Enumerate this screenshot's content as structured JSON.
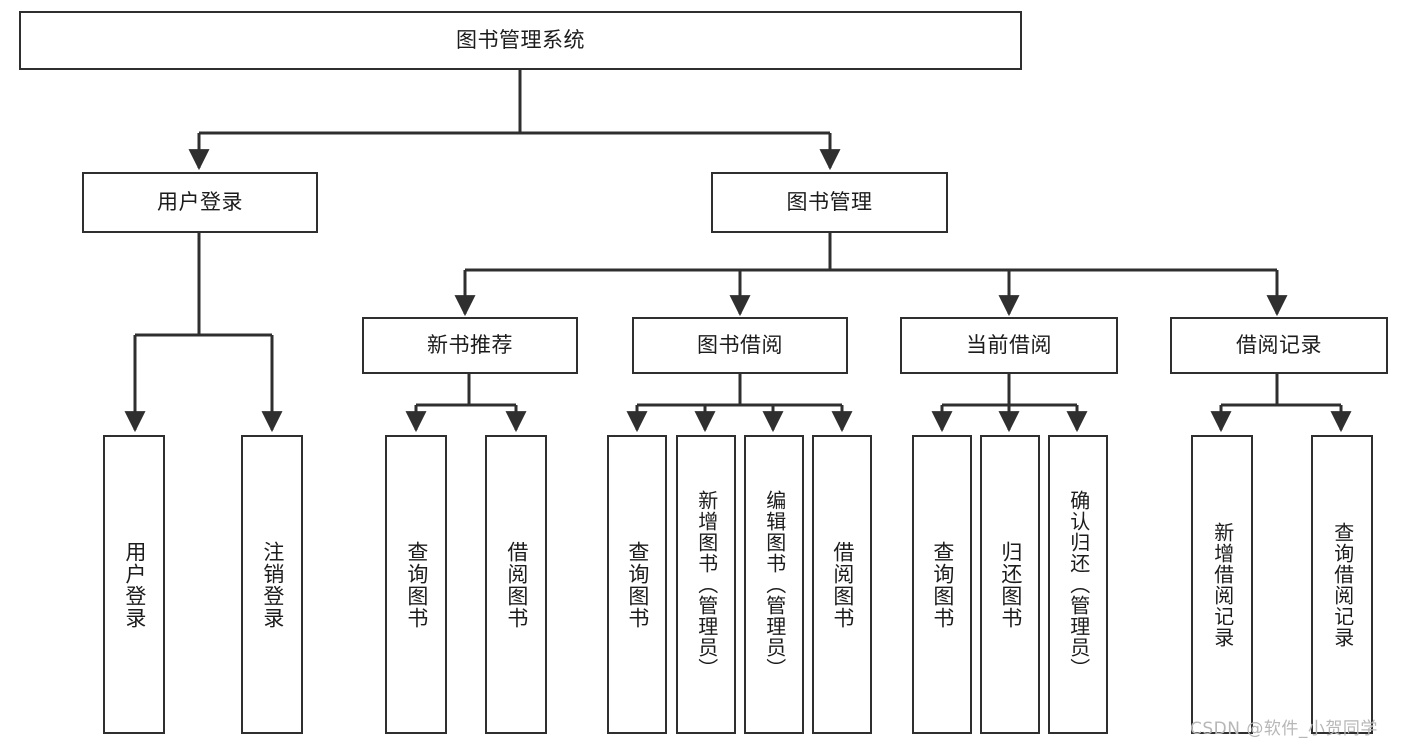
{
  "diagram": {
    "title": "图书管理系统",
    "type": "tree-hierarchy-chart",
    "watermark": "CSDN @软件_小贺同学",
    "colors": {
      "box_border": "#2f2f2f",
      "box_fill": "#ffffff",
      "edge": "#2f2f2f",
      "text": "#1c1c1c",
      "watermark": "#b7b7b7",
      "background": "#ffffff"
    },
    "root": {
      "label": "图书管理系统"
    },
    "level2": [
      {
        "label": "用户登录"
      },
      {
        "label": "图书管理"
      }
    ],
    "level3": [
      {
        "label": "新书推荐"
      },
      {
        "label": "图书借阅"
      },
      {
        "label": "当前借阅"
      },
      {
        "label": "借阅记录"
      }
    ],
    "leaves": {
      "user_login": [
        {
          "label": "用户登录"
        },
        {
          "label": "注销登录"
        }
      ],
      "new_book_recommend": [
        {
          "label": "查询图书"
        },
        {
          "label": "借阅图书"
        }
      ],
      "book_borrow": [
        {
          "label": "查询图书"
        },
        {
          "label": "新增图书（管理员）"
        },
        {
          "label": "编辑图书（管理员）"
        },
        {
          "label": "借阅图书"
        }
      ],
      "current_borrow": [
        {
          "label": "查询图书"
        },
        {
          "label": "归还图书"
        },
        {
          "label": "确认归还（管理员）"
        }
      ],
      "borrow_record": [
        {
          "label": "新增借阅记录"
        },
        {
          "label": "查询借阅记录"
        }
      ]
    }
  }
}
